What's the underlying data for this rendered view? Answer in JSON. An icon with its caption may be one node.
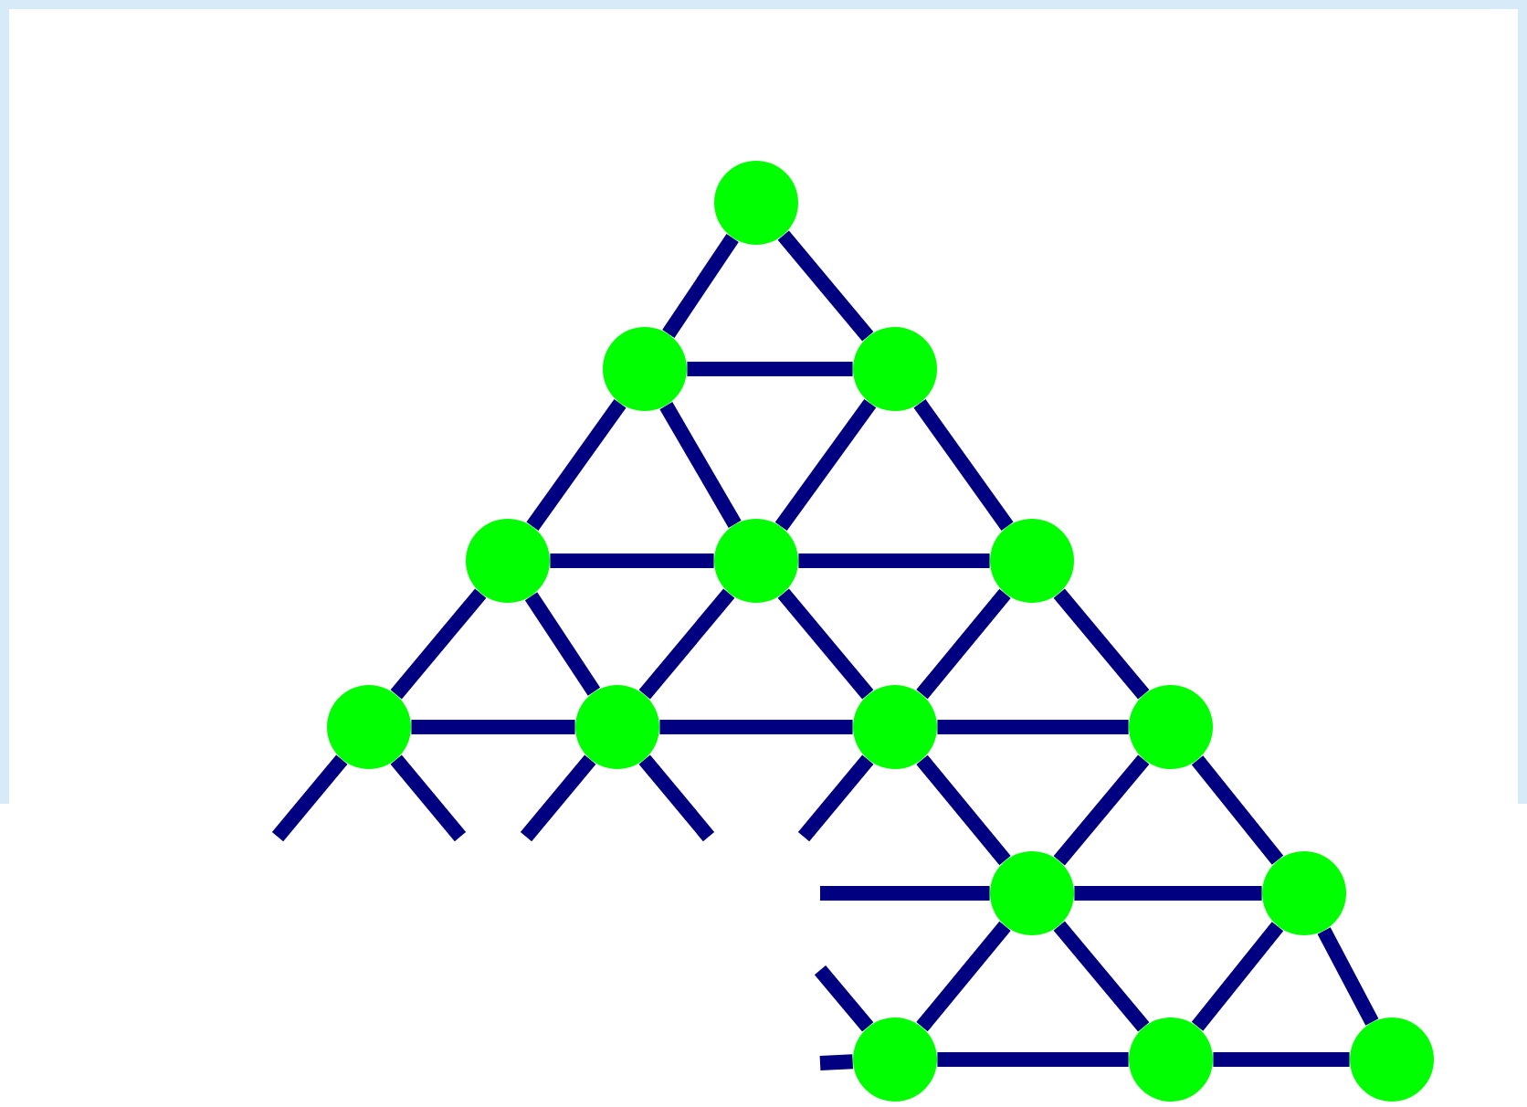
{
  "diagram": {
    "nodes": [
      {
        "text": [],
        "shape": "circle"
      },
      {
        "text": [],
        "shape": "circle"
      },
      {
        "text": [],
        "shape": "circle"
      },
      {
        "text": [],
        "shape": "circle"
      },
      {
        "text": [],
        "shape": "circle"
      },
      {
        "text": [],
        "shape": "circle"
      },
      {
        "text": [],
        "shape": "circle"
      },
      {
        "text": [],
        "shape": "circle"
      },
      {
        "text": [],
        "shape": "circle"
      },
      {
        "text": [],
        "shape": "circle"
      },
      {
        "text": [],
        "shape": "circle"
      },
      {
        "text": [],
        "shape": "circle"
      },
      {
        "text": [],
        "shape": "circle"
      },
      {
        "text": [],
        "shape": "circle"
      },
      {
        "text": [],
        "shape": "circle"
      }
    ],
    "edges": [
      {
        "from": 0,
        "to": 1,
        "arrow": "none"
      },
      {
        "from": 0,
        "to": 2,
        "arrow": "none"
      },
      {
        "from": 1,
        "to": 2,
        "arrow": "none"
      },
      {
        "from": 1,
        "to": 3,
        "arrow": "none"
      },
      {
        "from": 1,
        "to": 4,
        "arrow": "none"
      },
      {
        "from": 2,
        "to": 4,
        "arrow": "none"
      },
      {
        "from": 2,
        "to": 5,
        "arrow": "none"
      },
      {
        "from": 3,
        "to": 4,
        "arrow": "none"
      },
      {
        "from": 4,
        "to": 5,
        "arrow": "none"
      },
      {
        "from": 3,
        "to": 6,
        "arrow": "none"
      },
      {
        "from": 3,
        "to": 7,
        "arrow": "none"
      },
      {
        "from": 4,
        "to": 7,
        "arrow": "none"
      },
      {
        "from": 4,
        "to": 8,
        "arrow": "none"
      },
      {
        "from": 5,
        "to": 8,
        "arrow": "none"
      },
      {
        "from": 5,
        "to": 9,
        "arrow": "none"
      },
      {
        "from": 6,
        "to": 7,
        "arrow": "none"
      },
      {
        "from": 7,
        "to": 8,
        "arrow": "none"
      },
      {
        "from": 8,
        "to": 9,
        "arrow": "none"
      },
      {
        "from": 6,
        "to": null,
        "arrow": "none"
      },
      {
        "from": 6,
        "to": null,
        "arrow": "none"
      },
      {
        "from": 7,
        "to": null,
        "arrow": "none"
      },
      {
        "from": 7,
        "to": null,
        "arrow": "none"
      },
      {
        "from": 8,
        "to": null,
        "arrow": "none"
      },
      {
        "from": 8,
        "to": 10,
        "arrow": "none"
      },
      {
        "from": 9,
        "to": 10,
        "arrow": "none"
      },
      {
        "from": 9,
        "to": 11,
        "arrow": "none"
      },
      {
        "from": null,
        "to": 10,
        "arrow": "none"
      },
      {
        "from": 10,
        "to": 11,
        "arrow": "none"
      },
      {
        "from": null,
        "to": 12,
        "arrow": "none"
      },
      {
        "from": 10,
        "to": 12,
        "arrow": "none"
      },
      {
        "from": 10,
        "to": 13,
        "arrow": "none"
      },
      {
        "from": 11,
        "to": 13,
        "arrow": "none"
      },
      {
        "from": 11,
        "to": 14,
        "arrow": "none"
      },
      {
        "from": null,
        "to": 12,
        "arrow": "none"
      },
      {
        "from": 12,
        "to": 13,
        "arrow": "none"
      },
      {
        "from": 13,
        "to": 14,
        "arrow": "none"
      }
    ]
  }
}
